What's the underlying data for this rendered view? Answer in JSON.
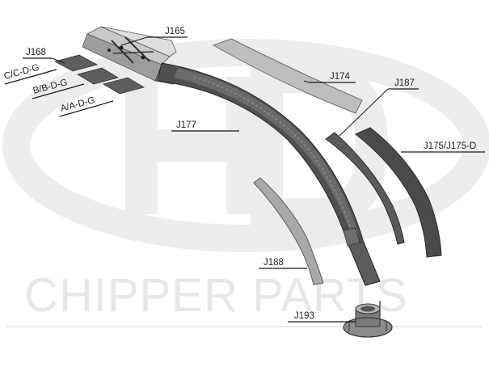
{
  "watermark": {
    "logo_text": "HD",
    "text": "CHIPPER PARTS"
  },
  "parts": {
    "j165": "J165",
    "j168": "J168",
    "c_cdg": "C/C-D-G",
    "b_bdg": "B/B-D-G",
    "a_adg": "A/A-D-G",
    "j174": "J174",
    "j177": "J177",
    "j187": "J187",
    "j175": "J175/J175-D",
    "j188": "J188",
    "j193": "J193"
  },
  "colors": {
    "part_light": "#b8b8b8",
    "part_mid": "#8a8a8a",
    "part_dark": "#5a5a5a",
    "part_darkest": "#3c3c3c",
    "label": "#222222"
  }
}
